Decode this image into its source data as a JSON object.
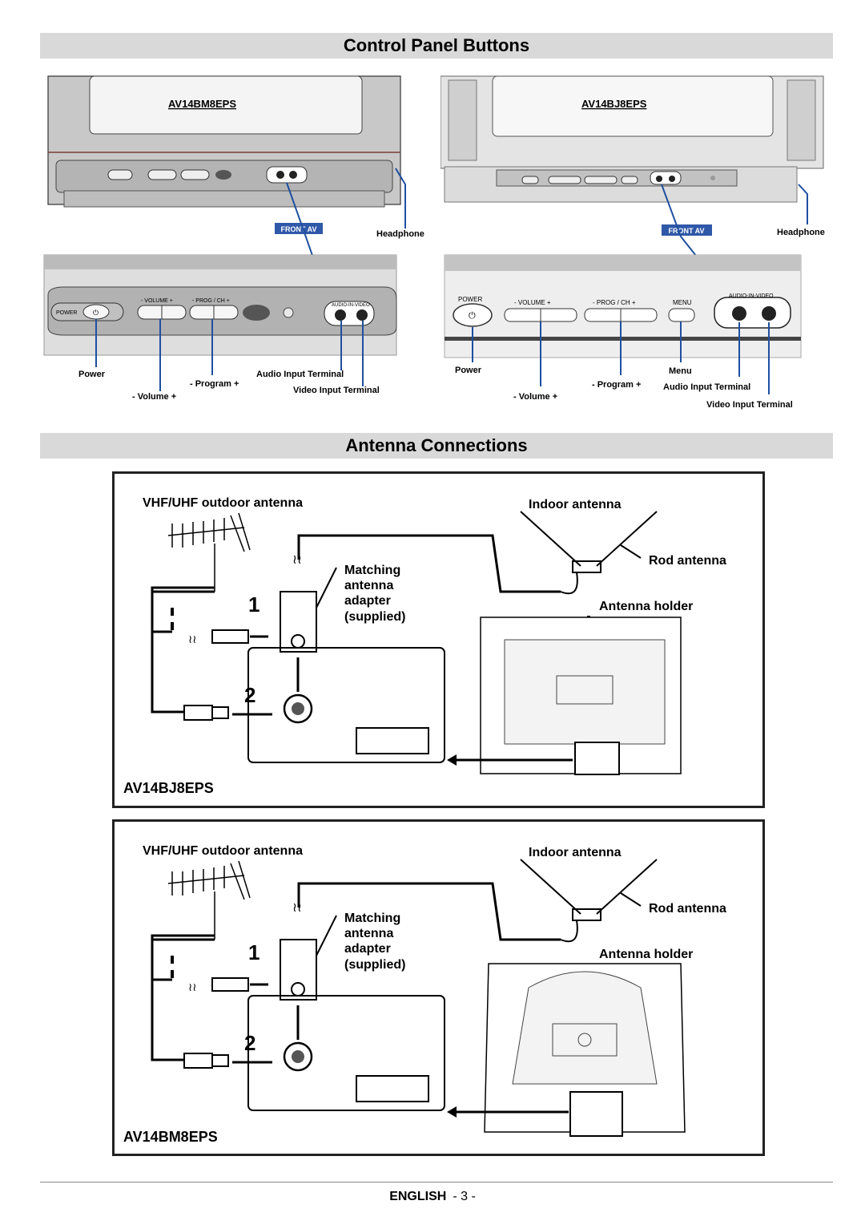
{
  "sections": {
    "control_title": "Control Panel Buttons",
    "antenna_title": "Antenna Connections"
  },
  "panel_left": {
    "model": "AV14BM8EPS",
    "front_av": "FRONT AV",
    "headphone": "Headphone",
    "btn_power": "POWER",
    "btn_volume": "-     VOLUME     +",
    "btn_prog": "-     PROG / CH     +",
    "av_label": "AUDIO-IN-VIDEO",
    "callouts": {
      "power": "Power",
      "program": "- Program +",
      "volume": "- Volume +",
      "audio": "Audio Input Terminal",
      "video": "Video Input Terminal"
    }
  },
  "panel_right": {
    "model": "AV14BJ8EPS",
    "front_av": "FRONT AV",
    "headphone": "Headphone",
    "btn_power": "POWER",
    "btn_volume": "-     VOLUME     +",
    "btn_prog": "-     PROG / CH     +",
    "btn_menu": "MENU",
    "av_label": "AUDIO-IN-VIDEO",
    "callouts": {
      "power": "Power",
      "program": "- Program +",
      "volume": "- Volume +",
      "menu": "Menu",
      "audio": "Audio Input Terminal",
      "video": "Video Input Terminal"
    }
  },
  "antenna_boxes": [
    {
      "model": "AV14BJ8EPS",
      "outdoor": "VHF/UHF outdoor antenna",
      "indoor": "Indoor antenna",
      "rod": "Rod antenna",
      "holder": "Antenna holder",
      "adapter_1": "Matching",
      "adapter_2": "antenna",
      "adapter_3": "adapter",
      "adapter_4": "(supplied)",
      "step1": "1",
      "step2": "2"
    },
    {
      "model": "AV14BM8EPS",
      "outdoor": "VHF/UHF outdoor antenna",
      "indoor": "Indoor antenna",
      "rod": "Rod antenna",
      "holder": "Antenna holder",
      "adapter_1": "Matching",
      "adapter_2": "antenna",
      "adapter_3": "adapter",
      "adapter_4": "(supplied)",
      "step1": "1",
      "step2": "2"
    }
  ],
  "footer": {
    "lang": "ENGLISH",
    "page": "- 3 -"
  },
  "colors": {
    "callout_blue": "#1f4fa0",
    "banner": "#d9d9d9",
    "front_av_bg": "#2f58a8"
  }
}
